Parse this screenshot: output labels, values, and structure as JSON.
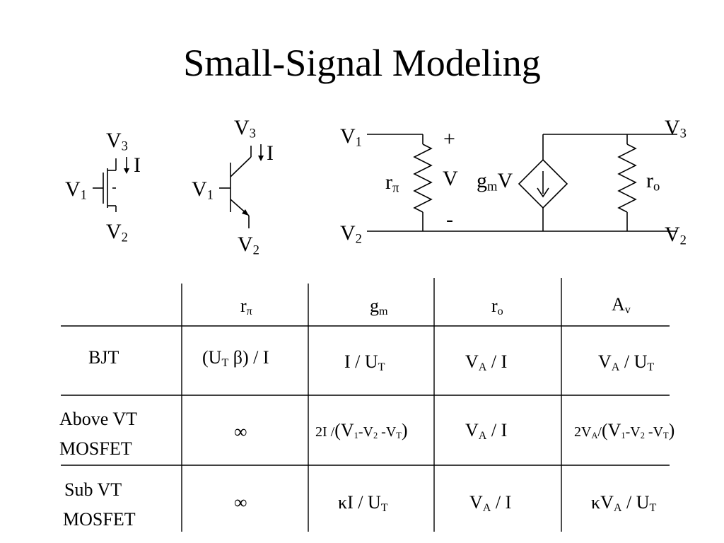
{
  "title": "Small-Signal Modeling",
  "symbols": {
    "V": "V",
    "I": "I",
    "sub1": "1",
    "sub2": "2",
    "sub3": "3",
    "g": "g",
    "m": "m",
    "r": "r",
    "pi": "π",
    "o": "o",
    "plus": "+",
    "minus": "-"
  },
  "table": {
    "headers": [
      {
        "base": "r",
        "sub": "π"
      },
      {
        "base": "g",
        "sub": "m"
      },
      {
        "base": "r",
        "sub": "o"
      },
      {
        "base": "A",
        "sub": "v"
      }
    ],
    "rows": [
      {
        "label_line1": "BJT",
        "label_line2": "",
        "r_pi": {
          "a": "(U",
          "sub": "T",
          "b": " β) / I"
        },
        "g_m": {
          "a": "I / U",
          "sub": "T"
        },
        "r_o": {
          "a": "V",
          "sub": "A",
          "b": " / I"
        },
        "a_v": {
          "a": "V",
          "sub": "A",
          "b": " / U",
          "sub2": "T"
        }
      },
      {
        "label_line1": "Above VT",
        "label_line2": "MOSFET",
        "r_pi": "∞",
        "g_m": {
          "p1": "2I /",
          "p2": "(V",
          "s1": "1",
          "p3": "-V",
          "s2": "2",
          "p4": " -V",
          "s3": "T",
          "p5": ")"
        },
        "r_o": {
          "a": "V",
          "sub": "A",
          "b": " / I"
        },
        "a_v": {
          "p0": "2V",
          "s0": "A",
          "p1": "/",
          "p2": "(V",
          "s1": "1",
          "p3": "-V",
          "s2": "2",
          "p4": " -V",
          "s3": "T",
          "p5": ")"
        }
      },
      {
        "label_line1": "Sub VT",
        "label_line2": "MOSFET",
        "r_pi": "∞",
        "g_m": {
          "a": "κI / U",
          "sub": "T"
        },
        "r_o": {
          "a": "V",
          "sub": "A",
          "b": " / I"
        },
        "a_v": {
          "a": "κV",
          "sub": "A",
          "b": " / U",
          "sub2": "T"
        }
      }
    ]
  }
}
